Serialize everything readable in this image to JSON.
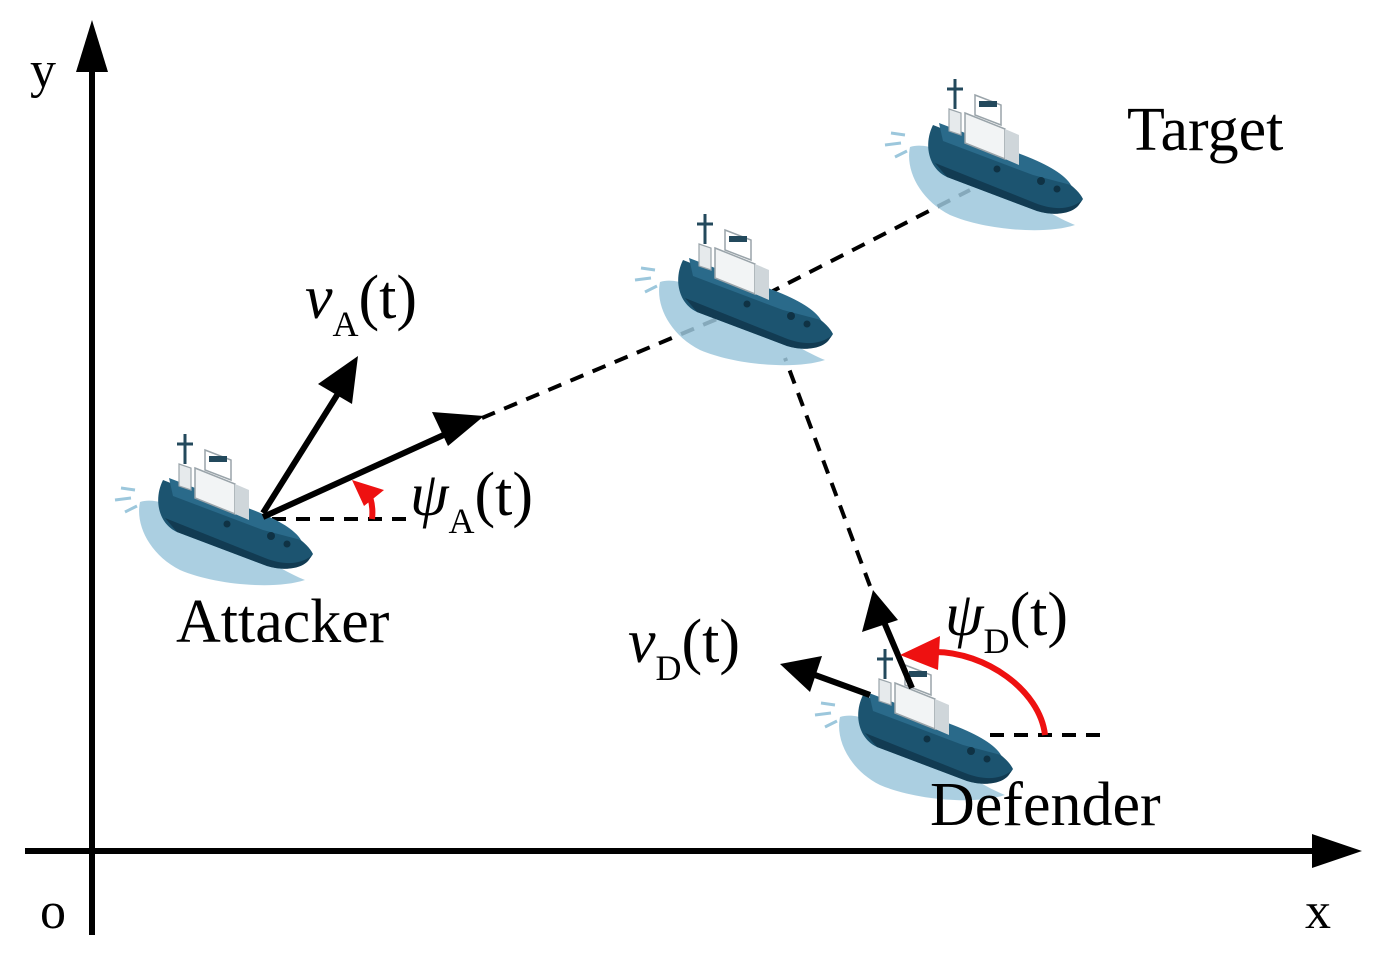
{
  "axes": {
    "x_label": "x",
    "y_label": "y",
    "origin_label": "o"
  },
  "vessels": {
    "attacker": {
      "label": "Attacker"
    },
    "defender": {
      "label": "Defender"
    },
    "target": {
      "label": "Target"
    }
  },
  "annotations": {
    "v_attacker": {
      "symbol": "v",
      "subscript": "A",
      "arg": "(t)"
    },
    "psi_attacker": {
      "symbol": "ψ",
      "subscript": "A",
      "arg": "(t)"
    },
    "v_defender": {
      "symbol": "v",
      "subscript": "D",
      "arg": "(t)"
    },
    "psi_defender": {
      "symbol": "ψ",
      "subscript": "D",
      "arg": "(t)"
    }
  },
  "colors": {
    "axis": "#000000",
    "line": "#000000",
    "angle_arc": "#ee1111",
    "hull": "#1c5470",
    "hull_dark": "#123b52",
    "superstructure": "#f2f4f5",
    "water": "#9cc7dc"
  }
}
